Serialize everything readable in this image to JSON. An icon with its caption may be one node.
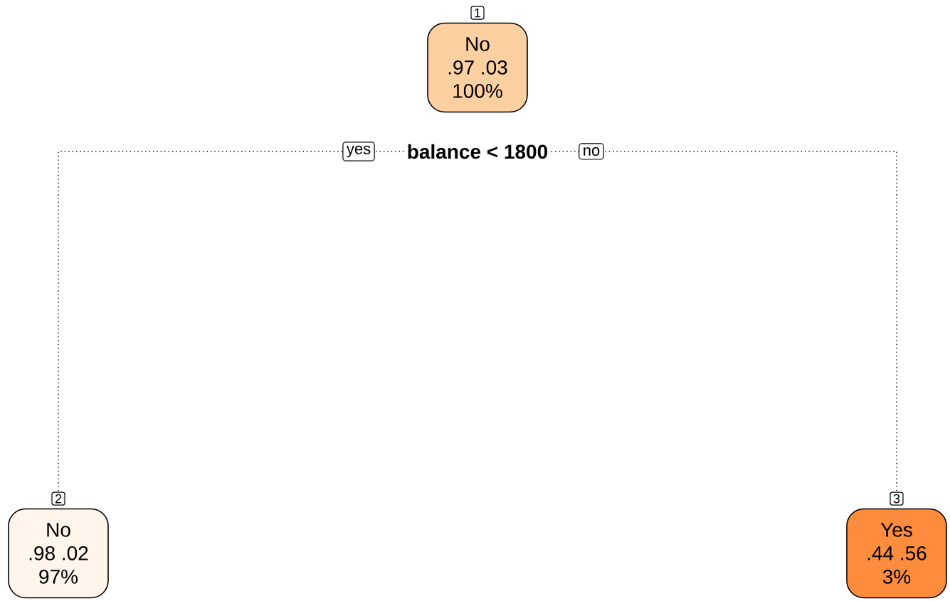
{
  "diagram": {
    "nodes": [
      {
        "text": [
          "No",
          ".97  .03",
          "100%"
        ],
        "beside": [
          "1",
          "balance < 1800"
        ]
      },
      {
        "text": [
          "No",
          ".98  .02",
          "97%"
        ],
        "beside": [
          "2"
        ]
      },
      {
        "text": [
          "Yes",
          ".44  .56",
          "3%"
        ],
        "beside": [
          "3"
        ]
      }
    ],
    "edges": [
      {
        "from": 0,
        "to": 1,
        "arrow": "none",
        "label": "yes"
      },
      {
        "from": 0,
        "to": 2,
        "arrow": "none",
        "label": "no"
      }
    ]
  }
}
